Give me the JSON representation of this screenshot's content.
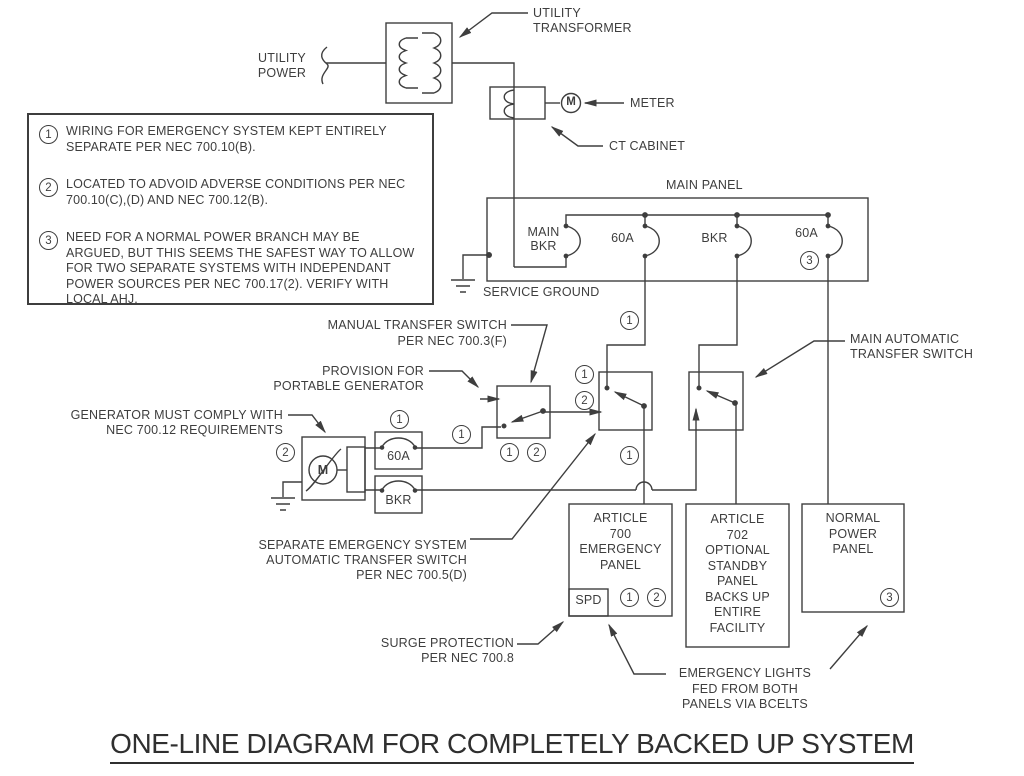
{
  "title": "ONE-LINE DIAGRAM FOR COMPLETELY BACKED UP SYSTEM",
  "ref_numbers": {
    "one": "1",
    "two": "2",
    "three": "3"
  },
  "letters": {
    "meter": "M",
    "generator": "M"
  },
  "notes": {
    "items": [
      {
        "num": "1",
        "text": "WIRING FOR EMERGENCY SYSTEM KEPT ENTIRELY SEPARATE PER NEC 700.10(B)."
      },
      {
        "num": "2",
        "text": "LOCATED TO ADVOID ADVERSE CONDITIONS PER NEC 700.10(C),(D) AND NEC 700.12(B)."
      },
      {
        "num": "3",
        "text": "NEED FOR A NORMAL POWER BRANCH MAY BE ARGUED, BUT THIS SEEMS THE SAFEST WAY TO ALLOW FOR TWO SEPARATE SYSTEMS WITH INDEPENDANT POWER SOURCES PER NEC 700.17(2). VERIFY WITH LOCAL AHJ."
      }
    ]
  },
  "labels": {
    "utility_power": [
      "UTILITY",
      "POWER"
    ],
    "utility_transformer": [
      "UTILITY",
      "TRANSFORMER"
    ],
    "meter": "METER",
    "ct_cabinet": "CT CABINET",
    "main_panel": "MAIN PANEL",
    "service_ground": "SERVICE GROUND",
    "manual_ts": [
      "MANUAL TRANSFER SWITCH",
      "PER NEC 700.3(F)"
    ],
    "provision": [
      "PROVISION FOR",
      "PORTABLE GENERATOR"
    ],
    "gen_comply": [
      "GENERATOR MUST COMPLY WITH",
      "NEC 700.12 REQUIREMENTS"
    ],
    "sep_emerg_ats": [
      "SEPARATE EMERGENCY SYSTEM",
      "AUTOMATIC TRANSFER SWITCH",
      "PER NEC 700.5(D)"
    ],
    "main_ats": [
      "MAIN AUTOMATIC",
      "TRANSFER SWITCH"
    ],
    "surge": [
      "SURGE PROTECTION",
      "PER NEC 700.8"
    ],
    "emerg_lights": [
      "EMERGENCY LIGHTS",
      "FED FROM BOTH",
      "PANELS VIA BCELTS"
    ]
  },
  "components": {
    "main_bkr": [
      "MAIN",
      "BKR"
    ],
    "breaker_60a": "60A",
    "breaker_bkr": "BKR",
    "spd": "SPD",
    "panel_700": [
      "ARTICLE",
      "700",
      "EMERGENCY",
      "PANEL"
    ],
    "panel_702": [
      "ARTICLE",
      "702",
      "OPTIONAL",
      "STANDBY",
      "PANEL",
      "BACKS UP",
      "ENTIRE",
      "FACILITY"
    ],
    "panel_normal": [
      "NORMAL",
      "POWER",
      "PANEL"
    ]
  },
  "colors": {
    "line": "#3e3e3e",
    "background": "#ffffff",
    "title_text": "#2f2f2f"
  }
}
